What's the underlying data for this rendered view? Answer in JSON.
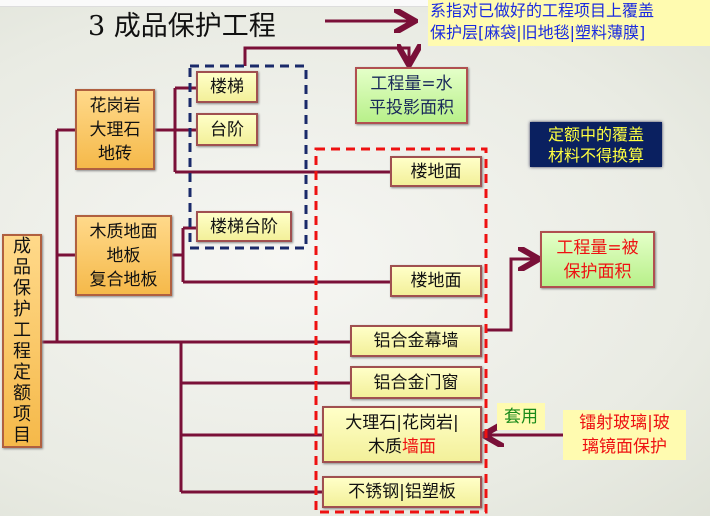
{
  "title": "3 成品保护工程",
  "definition": {
    "line1": "系指对已做好的工程项目上覆盖",
    "line2": "保护层[麻袋|旧地毯|塑料薄膜]"
  },
  "root": "成品保护工程定额项目",
  "groups": {
    "stone": {
      "line1": "花岗岩",
      "line2": "大理石",
      "line3": "地砖"
    },
    "wood": {
      "line1": "木质地面",
      "line2": "地板",
      "line3": "复合地板"
    }
  },
  "items": {
    "stairs": "楼梯",
    "steps": "台阶",
    "stair_steps": "楼梯台阶",
    "floor1": "楼地面",
    "floor2": "楼地面",
    "curtain_wall": "铝合金幕墙",
    "doors_windows": "铝合金门窗",
    "wall_line1": "大理石|花岗岩|",
    "wall_line2a": "木质",
    "wall_line2b": "墙面",
    "steel": "不锈钢|铝塑板"
  },
  "notes": {
    "horizontal": {
      "line1": "工程量=水",
      "line2": "平投影面积"
    },
    "no_swap": {
      "line1": "定额中的覆盖",
      "line2": "材料不得换算"
    },
    "protected": {
      "line1": "工程量=被",
      "line2": "保护面积"
    },
    "apply": "套用",
    "glass": {
      "line1": "镭射玻璃|玻",
      "line2": "璃镜面保护"
    }
  },
  "colors": {
    "line": "#7a1038",
    "blue_dash": "#1a2a6a",
    "red_dash": "#ee1111"
  }
}
